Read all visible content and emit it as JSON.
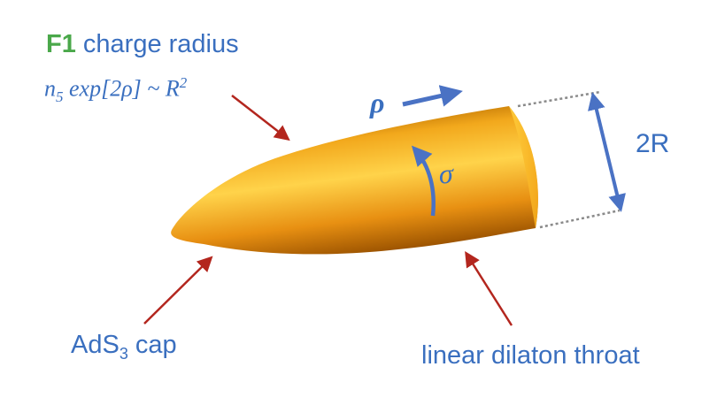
{
  "labels": {
    "f1_tag": "F1",
    "f1_rest": "charge radius",
    "formula_lhs": "n",
    "formula_sub": "5",
    "formula_rhs": " exp[2ρ] ~ R",
    "formula_sup": "2",
    "rho": "ρ",
    "sigma": "σ",
    "two_r": "2R",
    "cap_pre": "AdS",
    "cap_sub": "3",
    "cap_post": " cap",
    "throat": "linear dilaton throat"
  },
  "colors": {
    "label_blue": "#3a6fbf",
    "f1_green": "#4aa84a",
    "pointer_red": "#b3261e",
    "arrow_blue": "#4a72c4",
    "dotted_gray": "#8a8a8a",
    "tube_light": "#ffd24a",
    "tube_dark": "#a85c00"
  }
}
